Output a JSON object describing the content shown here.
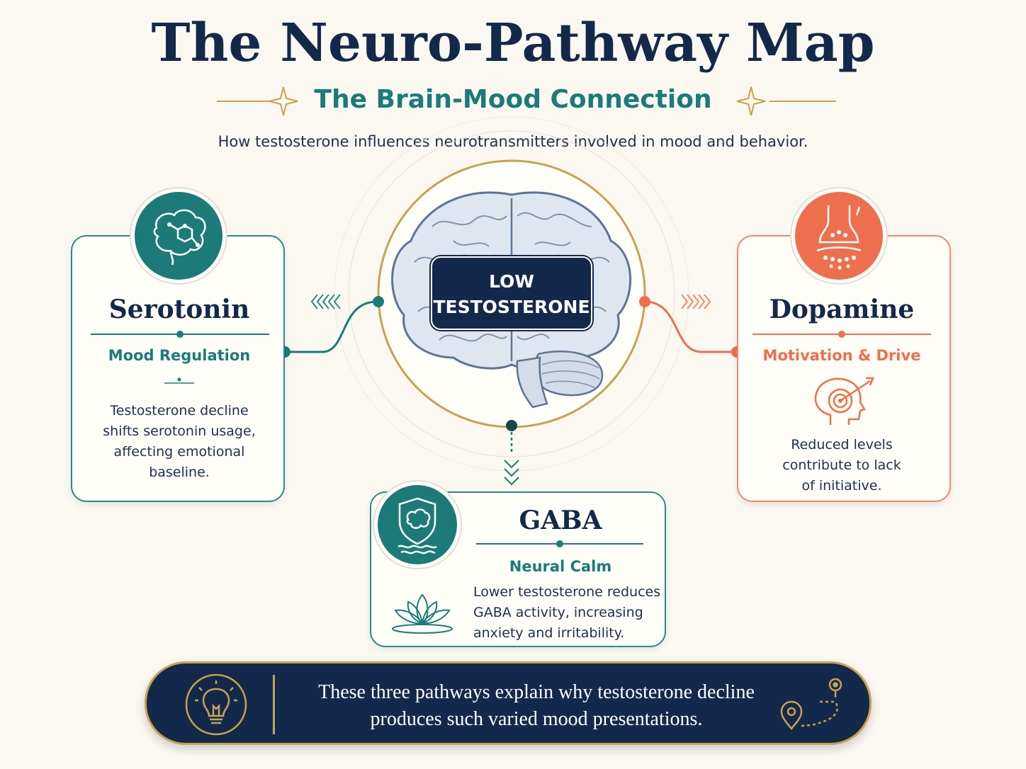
{
  "header": {
    "title": "The Neuro-Pathway Map",
    "subtitle": "The Brain-Mood Connection",
    "description": "How testosterone influences neurotransmitters involved in mood and behavior."
  },
  "center": {
    "label_line1": "LOW",
    "label_line2": "TESTOSTERONE"
  },
  "serotonin": {
    "title": "Serotonin",
    "subtitle": "Mood Regulation",
    "body": [
      "Testosterone decline",
      "shifts serotonin usage,",
      "affecting emotional",
      "baseline."
    ]
  },
  "dopamine": {
    "title": "Dopamine",
    "subtitle": "Motivation & Drive",
    "body": [
      "Reduced levels",
      "contribute to lack",
      "of initiative."
    ]
  },
  "gaba": {
    "title": "GABA",
    "subtitle": "Neural Calm",
    "body": [
      "Lower testosterone reduces",
      "GABA activity, increasing",
      "anxiety and irritability."
    ]
  },
  "callout": {
    "line1": "These three pathways explain why testosterone decline",
    "line2": "produces such varied mood presentations."
  },
  "colors": {
    "navy": "#13294b",
    "teal": "#1b7b79",
    "coral": "#ef6f4c",
    "gold": "#c9a24e"
  }
}
